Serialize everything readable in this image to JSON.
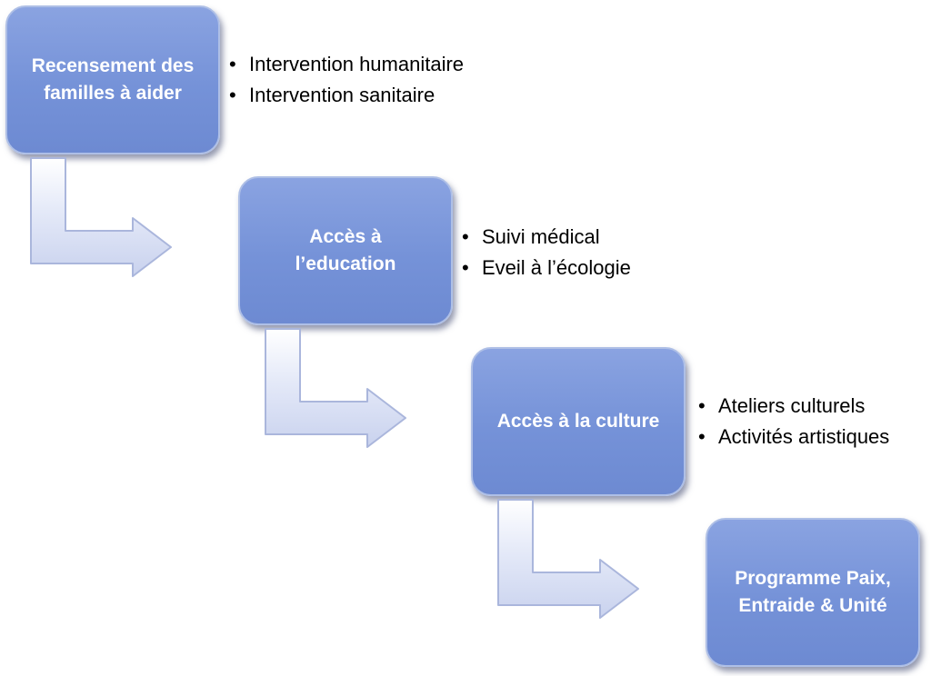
{
  "steps": [
    {
      "title_lines": [
        "Recensement des",
        "familles à aider"
      ],
      "bullets": [
        "Intervention humanitaire",
        "Intervention sanitaire"
      ]
    },
    {
      "title_lines": [
        "Accès à",
        "l’education"
      ],
      "bullets": [
        "Suivi médical",
        "Eveil à l’écologie"
      ]
    },
    {
      "title_lines": [
        "Accès à la culture"
      ],
      "bullets": [
        "Ateliers culturels",
        "Activités artistiques"
      ]
    },
    {
      "title_lines": [
        "Programme Paix,",
        "Entraide & Unité"
      ],
      "bullets": []
    }
  ],
  "colors": {
    "box_fill": "#7592d8",
    "box_border": "#aebfe6",
    "box_text": "#ffffff",
    "arrow_fill": "#e3e8f7",
    "arrow_stroke": "#aab6dc",
    "bullet_text": "#000000"
  }
}
